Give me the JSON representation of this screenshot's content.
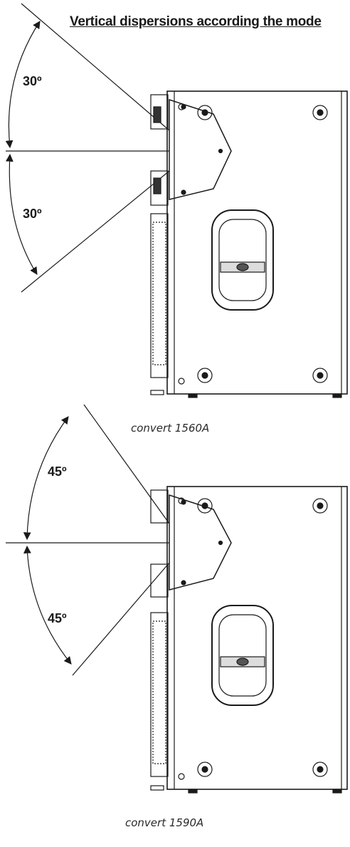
{
  "title": "Vertical dispersions according the mode",
  "diagrams": [
    {
      "caption": "convert 1560A",
      "angle_upper": "30º",
      "angle_lower": "30º"
    },
    {
      "caption": "convert 1590A",
      "angle_upper": "45º",
      "angle_lower": "45º"
    }
  ],
  "colors": {
    "line": "#1a1a1a",
    "text": "#1a1a1a"
  }
}
